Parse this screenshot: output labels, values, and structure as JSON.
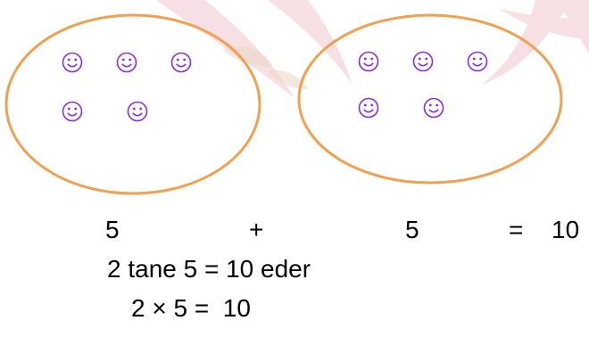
{
  "groups": [
    {
      "count": 5
    },
    {
      "count": 5
    }
  ],
  "equation": {
    "left_operand": "5",
    "operator": "+",
    "right_operand": "5",
    "equals": "=",
    "result": "10"
  },
  "sentence": "2 tane 5 = 10 eder",
  "multiplication": "2 × 5 =  10",
  "colors": {
    "ellipse_stroke": "#f0a050",
    "smiley": "#8a2be2",
    "decoration": "#f3d6dc",
    "text": "#000000"
  }
}
